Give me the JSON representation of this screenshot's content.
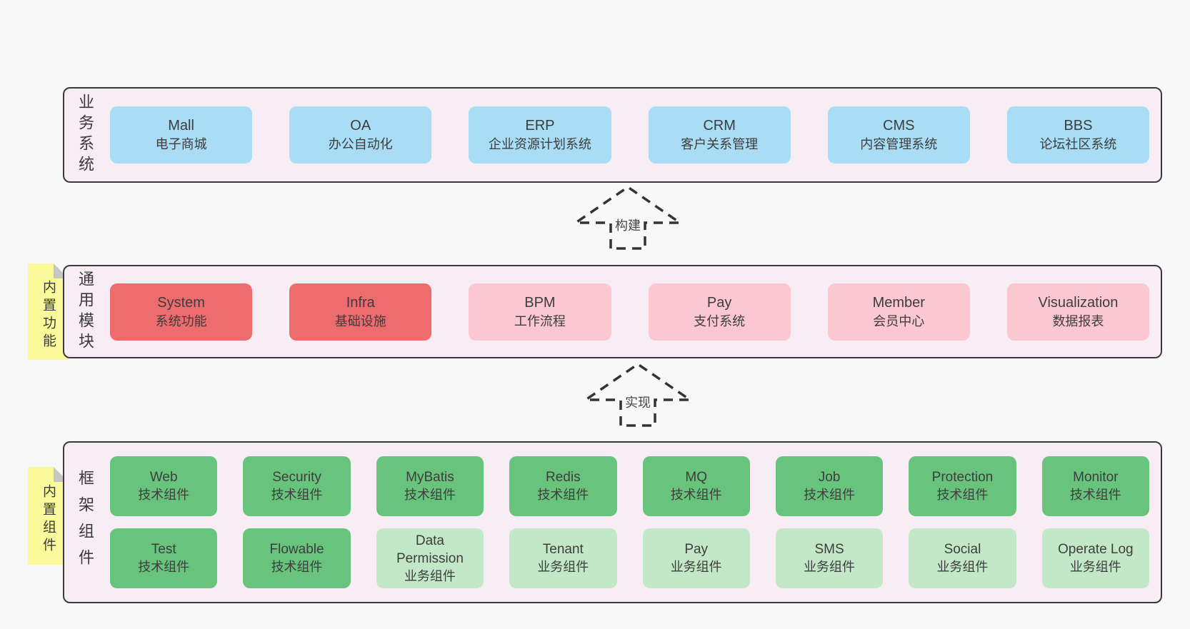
{
  "diagram": {
    "bands": [
      {
        "label": "业务系统",
        "boxes": [
          {
            "name": "Mall",
            "desc": "电子商城"
          },
          {
            "name": "OA",
            "desc": "办公自动化"
          },
          {
            "name": "ERP",
            "desc": "企业资源计划系统"
          },
          {
            "name": "CRM",
            "desc": "客户关系管理"
          },
          {
            "name": "CMS",
            "desc": "内容管理系统"
          },
          {
            "name": "BBS",
            "desc": "论坛社区系统"
          }
        ]
      },
      {
        "label": "通用模块",
        "note": "内置功能",
        "boxes": [
          {
            "name": "System",
            "desc": "系统功能"
          },
          {
            "name": "Infra",
            "desc": "基础设施"
          },
          {
            "name": "BPM",
            "desc": "工作流程"
          },
          {
            "name": "Pay",
            "desc": "支付系统"
          },
          {
            "name": "Member",
            "desc": "会员中心"
          },
          {
            "name": "Visualization",
            "desc": "数据报表"
          }
        ]
      },
      {
        "label": "框架组件",
        "note": "内置组件",
        "rows": [
          [
            {
              "name": "Web",
              "desc": "技术组件"
            },
            {
              "name": "Security",
              "desc": "技术组件"
            },
            {
              "name": "MyBatis",
              "desc": "技术组件"
            },
            {
              "name": "Redis",
              "desc": "技术组件"
            },
            {
              "name": "MQ",
              "desc": "技术组件"
            },
            {
              "name": "Job",
              "desc": "技术组件"
            },
            {
              "name": "Protection",
              "desc": "技术组件"
            },
            {
              "name": "Monitor",
              "desc": "技术组件"
            }
          ],
          [
            {
              "name": "Test",
              "desc": "技术组件"
            },
            {
              "name": "Flowable",
              "desc": "技术组件"
            },
            {
              "name": "Data Permission",
              "desc": "业务组件"
            },
            {
              "name": "Tenant",
              "desc": "业务组件"
            },
            {
              "name": "Pay",
              "desc": "业务组件"
            },
            {
              "name": "SMS",
              "desc": "业务组件"
            },
            {
              "name": "Social",
              "desc": "业务组件"
            },
            {
              "name": "Operate Log",
              "desc": "业务组件"
            }
          ]
        ]
      }
    ],
    "arrows": [
      {
        "label": "构建"
      },
      {
        "label": "实现"
      }
    ],
    "colors": {
      "blue_box": "#a9dcf5",
      "red_box": "#ee6b6e",
      "pink_box": "#fbc7d1",
      "green_box": "#68c47c",
      "green_light_box": "#c3e8c8",
      "band_bg": "#f8edf5",
      "band_border": "#3a3a3a",
      "note_bg": "#fafa9b",
      "note_fold": "#c6c6c6",
      "page_bg": "#f8f8f8"
    }
  }
}
